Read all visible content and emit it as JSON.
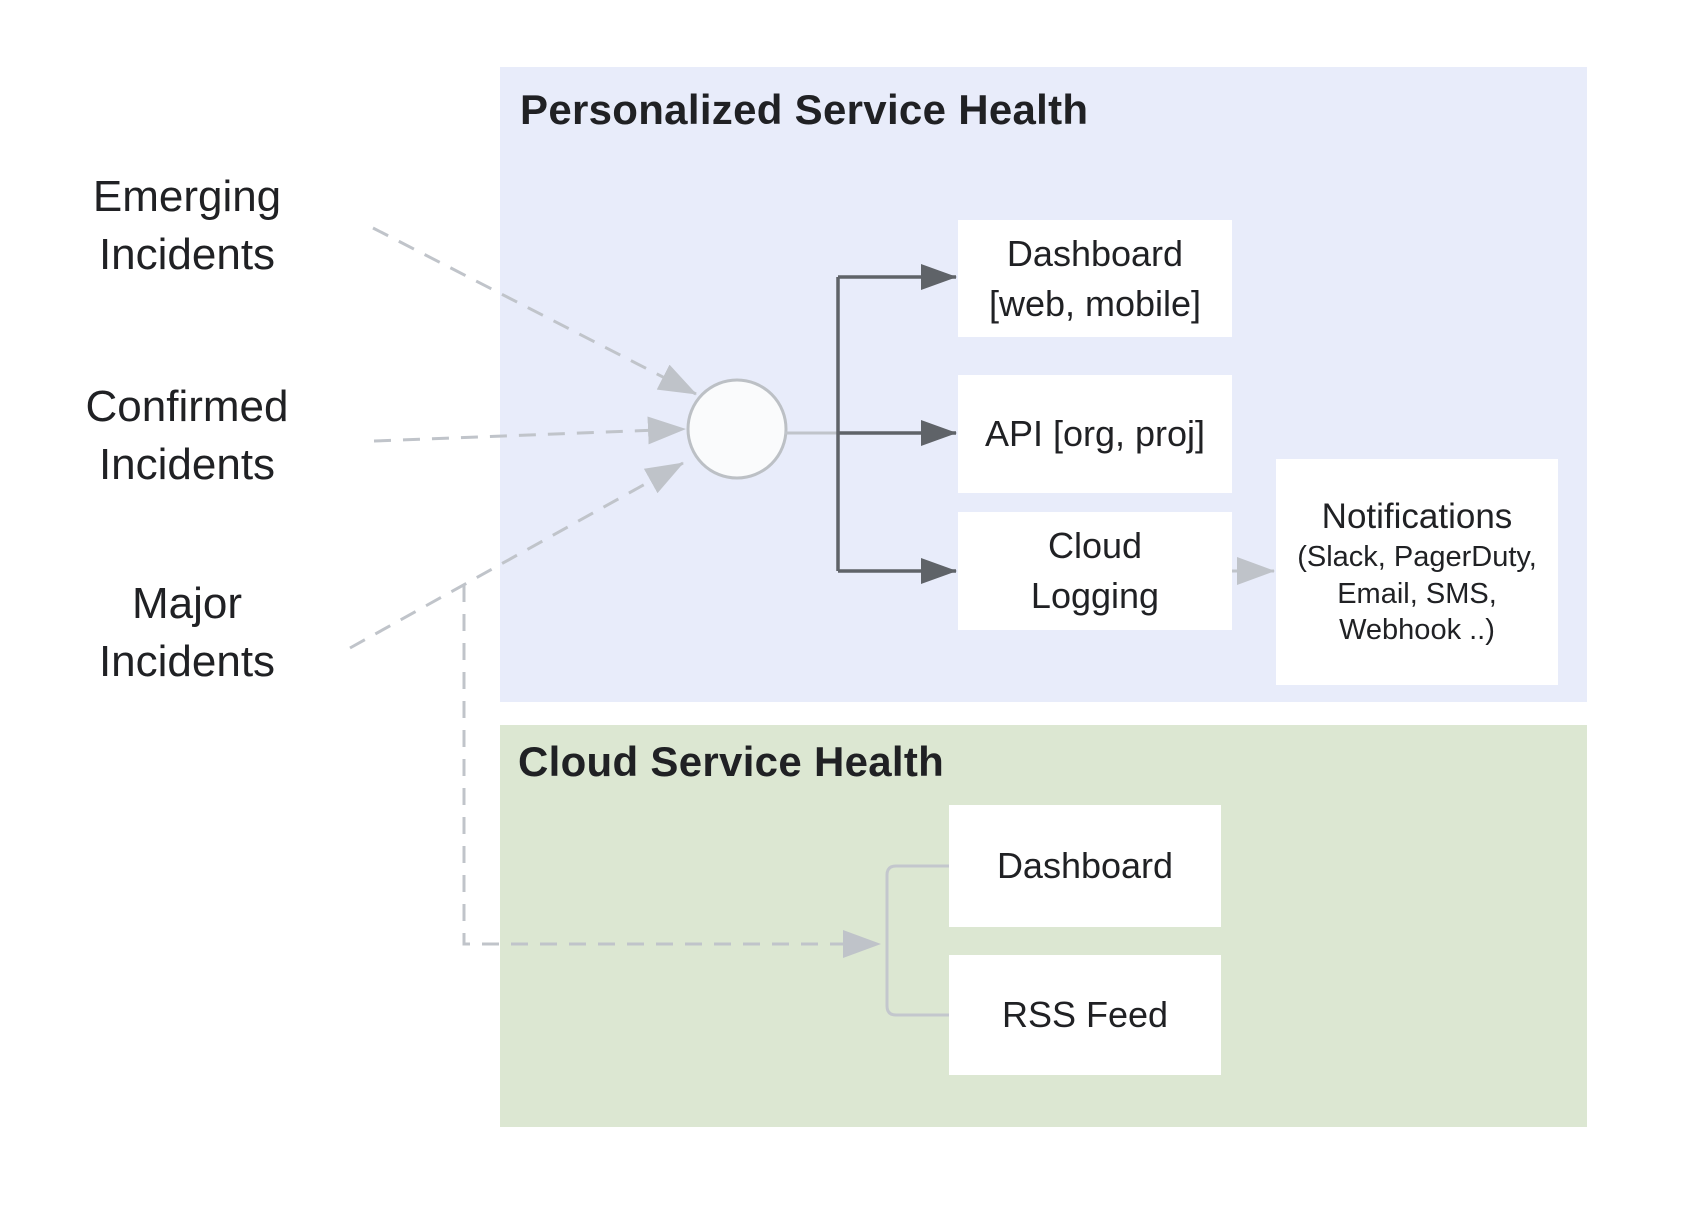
{
  "palette": {
    "personalized_panel_bg": "#E8ECFA",
    "cloud_panel_bg": "#DCE7D2",
    "node_box_bg": "#FFFFFF",
    "dark_connector": "#5F6368",
    "light_connector": "#C0C4CA",
    "text": "#202124"
  },
  "incident_sources": {
    "items": [
      {
        "label": "Emerging\nIncidents"
      },
      {
        "label": "Confirmed\nIncidents"
      },
      {
        "label": "Major\nIncidents"
      }
    ]
  },
  "personalized_service_health": {
    "title": "Personalized Service Health",
    "outputs": {
      "dashboard": "Dashboard\n[web, mobile]",
      "api": "API [org, proj]",
      "cloud_logging": "Cloud\nLogging",
      "notifications_title": "Notifications",
      "notifications_channels": "(Slack, PagerDuty,\nEmail, SMS,\nWebhook ..)"
    }
  },
  "cloud_service_health": {
    "title": "Cloud Service Health",
    "outputs": {
      "dashboard": "Dashboard",
      "rss_feed": "RSS Feed"
    }
  }
}
